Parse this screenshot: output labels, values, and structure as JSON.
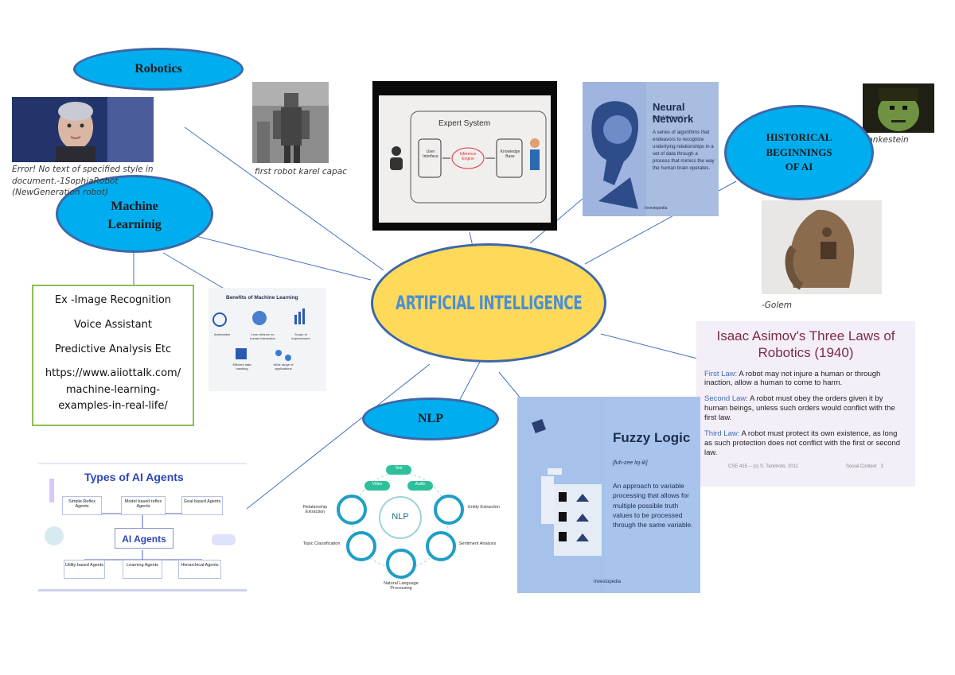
{
  "center": {
    "title": "ARTIFICIAL INTELLIGENCE"
  },
  "nodes": {
    "robotics": "Robotics",
    "machine_learning": "Machine\nLearninig",
    "historical": "HISTORICAL\nBEGINNINGS\nOF AI",
    "nlp": "NLP"
  },
  "captions": {
    "sophia": "Error! No text of specified style in document.-1SophiaRobot (NewGeneration robot)",
    "first_robot": "first robot karel capac",
    "frankestein": "Frankestein",
    "golem": "-Golem"
  },
  "ml_examples": {
    "items": [
      "Ex -Image Recognition",
      "Voice Assistant",
      "Predictive Analysis Etc"
    ],
    "link": "https://www.aiiottalk.com/ machine-learning-examples-in-real-life/"
  },
  "expert_system": {
    "title": "Expert System",
    "user_interface": "User Interface",
    "inference_engine": "Inference Engine",
    "knowledge_base": "Knowledge Base"
  },
  "neural_network": {
    "title": "Neural Network",
    "pos": "[noun] [nehr-awk]",
    "definition": "A series of algorithms that endeavors to recognize underlying relationships in a set of data through a process that mimics the way the human brain operates.",
    "brand": "Investopedia"
  },
  "asimov": {
    "title": "Isaac Asimov's Three Laws of Robotics (1940)",
    "laws": [
      {
        "label": "First Law:",
        "text": "A robot may not injure a human or through inaction, allow a human to come to harm."
      },
      {
        "label": "Second Law:",
        "text": "A robot must obey the orders given it by human beings, unless such orders would conflict with the first law."
      },
      {
        "label": "Third Law:",
        "text": "A robot must protect its own existence, as long as such protection does not conflict with the first or second law."
      }
    ],
    "footer_left": "CSE 415 -- (c) S. Tanimoto, 2011",
    "footer_right": "Social Context",
    "footer_page": "3"
  },
  "fuzzy_logic": {
    "title": "Fuzzy Logic",
    "pos": "[fuh-zee loj-ik]",
    "definition": "An approach to variable processing that allows for multiple possible truth values to be processed through the same variable.",
    "brand": "Investopedia"
  },
  "ml_benefits": {
    "title": "Benefits of Machine Learning",
    "items": [
      "Automation",
      "Less reliance on human interaction",
      "Scope of improvement",
      "Efficient data handling",
      "Wide range of applications"
    ]
  },
  "ai_agents": {
    "title": "Types of AI Agents",
    "center": "AI Agents",
    "agents": [
      "Simple Reflex Agents",
      "Model based reflex Agents",
      "Goal based Agents",
      "Utility based Agents",
      "Learning Agents",
      "Hierarchical Agents"
    ]
  },
  "nlp_diagram": {
    "center": "NLP",
    "top": [
      "Text",
      "Video",
      "Audio"
    ],
    "items": [
      "Relationship Extraction",
      "Entity Extraction",
      "Topic Classification",
      "Sentiment Analysis",
      "Natural Language Processing"
    ]
  },
  "colors": {
    "node_blue": "#00aeef",
    "node_border": "#3d68a8",
    "center_yellow": "#ffd95a",
    "line": "#4472c4",
    "ml_border": "#8bbf52"
  }
}
